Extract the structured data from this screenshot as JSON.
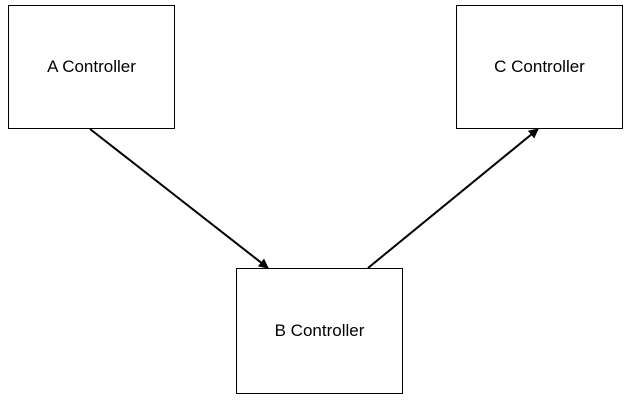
{
  "nodes": {
    "a": {
      "label": "A Controller"
    },
    "b": {
      "label": "B Controller"
    },
    "c": {
      "label": "C Controller"
    }
  },
  "edges": [
    {
      "from": "a",
      "to": "b"
    },
    {
      "from": "b",
      "to": "c"
    }
  ],
  "colors": {
    "stroke": "#000000",
    "background": "#ffffff"
  }
}
